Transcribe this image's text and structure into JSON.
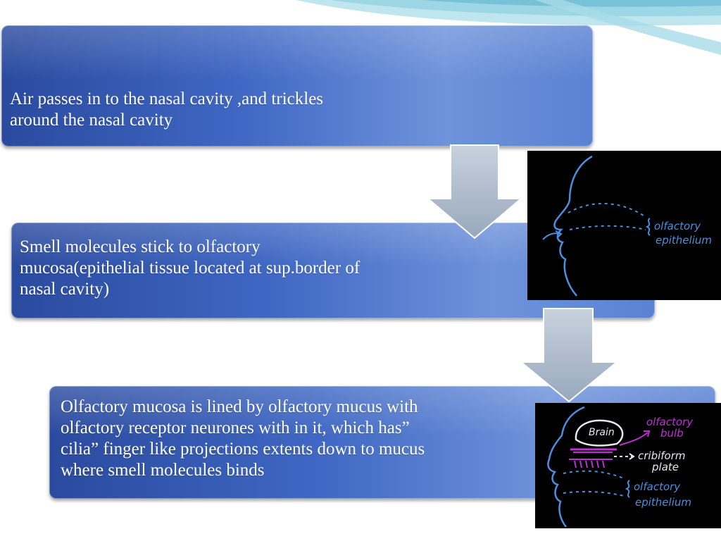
{
  "steps": [
    {
      "lines": [
        "Air passes in to the nasal cavity ,and trickles",
        "around the nasal cavity"
      ]
    },
    {
      "lines": [
        "Smell molecules stick to olfactory",
        "mucosa(epithelial tissue located at sup.border of",
        "nasal cavity)"
      ]
    },
    {
      "lines": [
        "Olfactory mucosa is lined by olfactory mucus with",
        "olfactory receptor  neurones with in it, which has”",
        "cilia” finger like projections  extents down to mucus",
        "where  smell molecules binds"
      ]
    }
  ],
  "figure1": {
    "label_line1": "olfactory",
    "label_line2": "epithelium"
  },
  "figure2": {
    "brain": "Brain",
    "bulb_line1": "olfactory",
    "bulb_line2": "bulb",
    "cribriform_line1": "cribiform",
    "cribriform_line2": "plate",
    "epithelium_line1": "olfactory",
    "epithelium_line2": "epithelium"
  },
  "colors": {
    "box_dark": "#2a4a9e",
    "box_light": "#6f93db",
    "arrow": "#a9b6c8",
    "drawing_blue": "#4a8fe0",
    "drawing_magenta": "#c02ed8"
  }
}
